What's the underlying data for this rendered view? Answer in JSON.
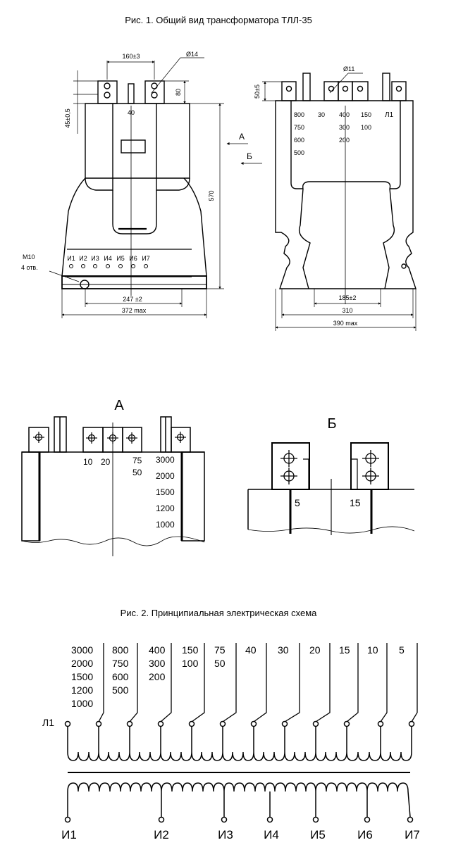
{
  "fig1": {
    "caption": "Рис. 1. Общий вид трансформатора ТЛЛ-35",
    "front": {
      "dim_top_spacing": "160±3",
      "dim_hole": "Ø14",
      "dim_terminal_height": "80",
      "dim_45": "45±0,5",
      "label_40": "40",
      "dim_height": "570",
      "mount_label": "М10",
      "mount_holes": "4 отв.",
      "secondary_terminals": [
        "И1",
        "И2",
        "И3",
        "И4",
        "И5",
        "И6",
        "И7"
      ],
      "dim_base": "247 ±2",
      "dim_width": "372 max"
    },
    "view_arrows": [
      "А",
      "Б"
    ],
    "side": {
      "dim_hole": "Ø11",
      "dim_50": "50±5",
      "ratios": [
        "800",
        "750",
        "600",
        "500",
        "30",
        "400",
        "300",
        "200",
        "150",
        "100"
      ],
      "terminal": "Л1",
      "dim_185": "185±2",
      "dim_310": "310",
      "dim_width": "390 max"
    }
  },
  "view_a": {
    "title": "А",
    "labels": [
      "10",
      "20",
      "75",
      "50",
      "3000",
      "2000",
      "1500",
      "1200",
      "1000"
    ]
  },
  "view_b": {
    "title": "Б",
    "labels": [
      "5",
      "15"
    ]
  },
  "fig2": {
    "caption": "Рис. 2. Принципиальная электрическая схема",
    "columns": [
      [
        "3000",
        "2000",
        "1500",
        "1200",
        "1000"
      ],
      [
        "800",
        "750",
        "600",
        "500"
      ],
      [
        "400",
        "300",
        "200"
      ],
      [
        "150",
        "100"
      ],
      [
        "75",
        "50"
      ],
      [
        "40"
      ],
      [
        "30"
      ],
      [
        "20"
      ],
      [
        "15"
      ],
      [
        "10"
      ],
      [
        "5"
      ]
    ],
    "primary_terminal": "Л1",
    "secondary_terminals": [
      "И1",
      "И2",
      "И3",
      "И4",
      "И5",
      "И6",
      "И7"
    ]
  }
}
